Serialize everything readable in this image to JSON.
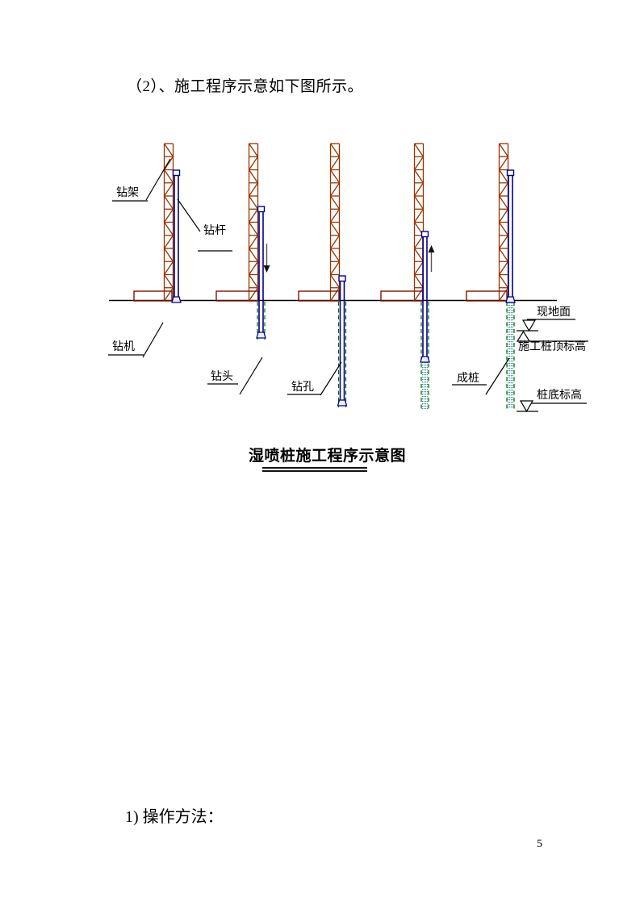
{
  "page": {
    "intro_text": "（2）、施工程序示意如下图所示。",
    "caption": "湿喷桩施工程序示意图",
    "section_text": "1) 操作方法：",
    "page_number": "5"
  },
  "diagram": {
    "labels": {
      "drill_frame": "钻架",
      "drill_rod": "钻杆",
      "drill_machine": "钻机",
      "drill_bit": "钻头",
      "drill_hole": "钻孔",
      "completed_pile": "成桩",
      "ground_surface": "现地面",
      "pile_top_elevation": "施工桩顶标高",
      "pile_bottom_elevation": "桩底标高"
    },
    "colors": {
      "tower": "#993300",
      "base": "#7f1500",
      "rod": "#00008b",
      "hole_dash": "#006400",
      "pile_fill": "#2f8f8f",
      "ground": "#000000",
      "arrow_tail": "#555555",
      "arrow_head": "#111111",
      "line": "#000000"
    }
  }
}
